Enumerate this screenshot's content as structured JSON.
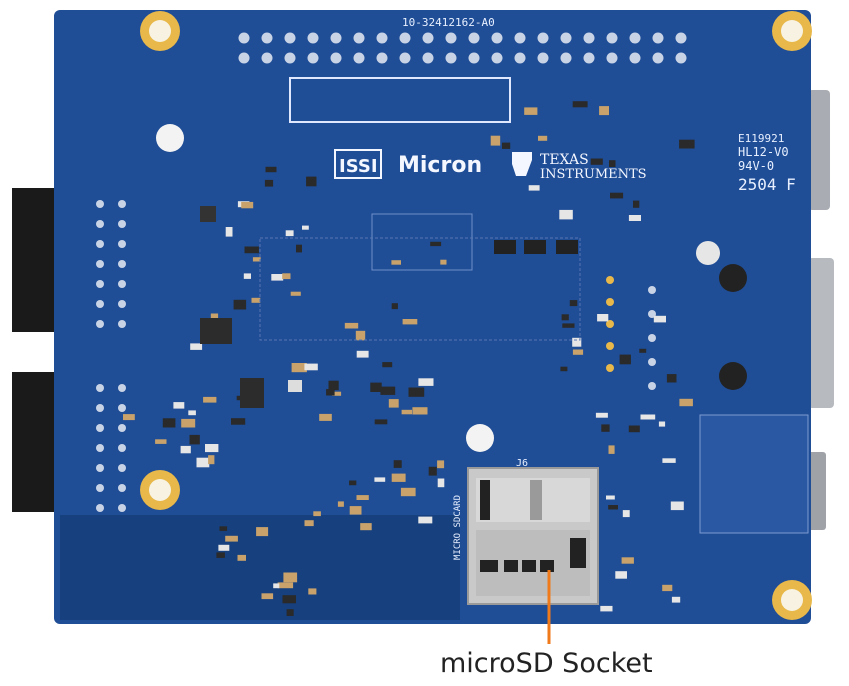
{
  "caption": "microSD Socket",
  "colors": {
    "pcb": "#1f4d96",
    "pcb_dark": "#17407f",
    "gold": "#e8b84a",
    "callout": "#f07a1a",
    "socket_metal": "#c9c9c9"
  },
  "board": {
    "part_number": "10-32412162-A0",
    "cert_line_1": "E119921",
    "cert_line_2": "HL12-V0",
    "cert_line_3": "94V-0",
    "date_code": "2504 F",
    "logo_issi": "ISSI",
    "logo_micron": "Micron",
    "logo_ti_1": "TEXAS",
    "logo_ti_2": "INSTRUMENTS",
    "socket_label": "J6",
    "socket_silk": "MICRO SDCARD"
  }
}
